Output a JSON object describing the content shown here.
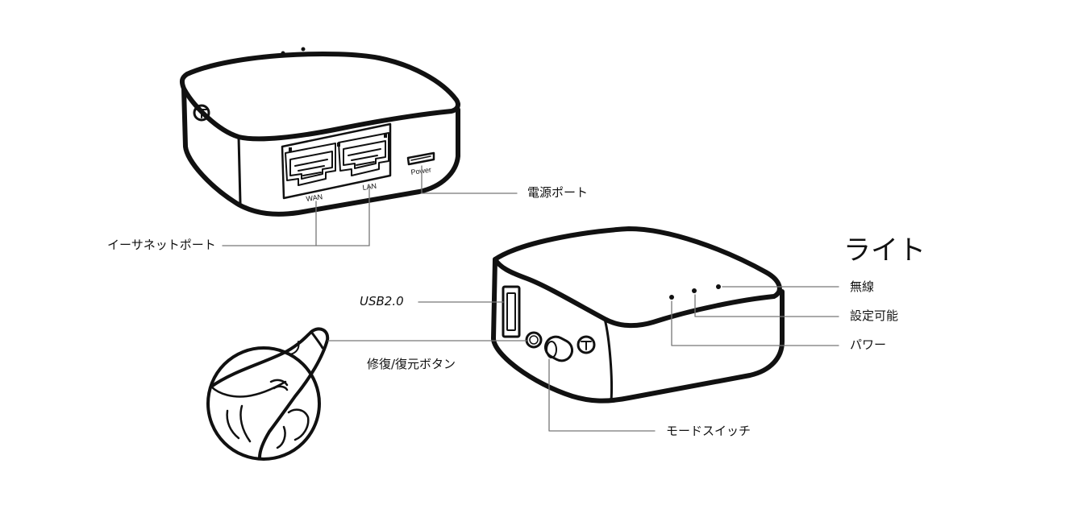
{
  "device_labels": {
    "power_port_text": "Power",
    "wan_text": "WAN",
    "lan_text": "LAN"
  },
  "callouts": {
    "power_port": "電源ポート",
    "ethernet_ports": "イーサネットポート",
    "usb": "USB2.0",
    "reset_button": "修復/復元ボタン",
    "mode_switch": "モードスイッチ",
    "lights_heading": "ライト",
    "wireless": "無線",
    "configurable": "設定可能",
    "power": "パワー"
  }
}
